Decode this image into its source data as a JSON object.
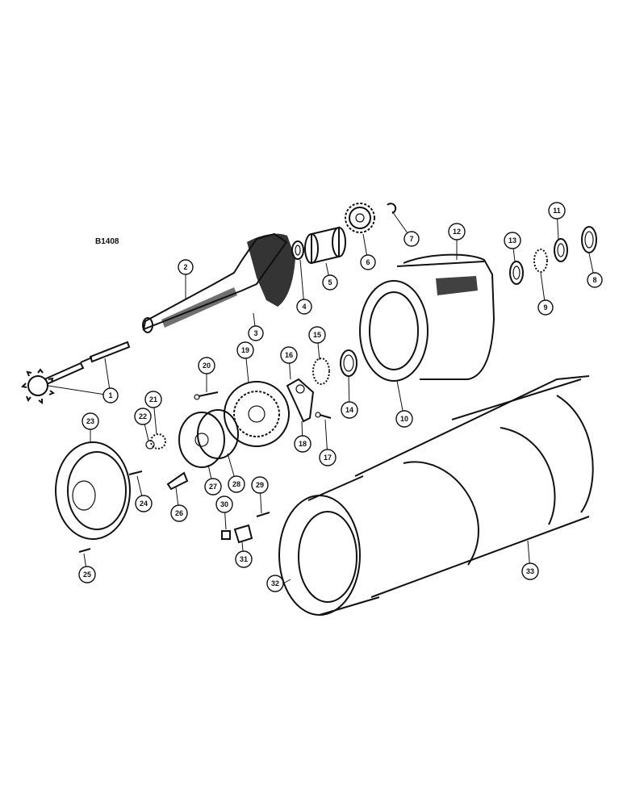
{
  "figure_id": "B1408",
  "callouts": [
    {
      "n": "1"
    },
    {
      "n": "2"
    },
    {
      "n": "3"
    },
    {
      "n": "4"
    },
    {
      "n": "5"
    },
    {
      "n": "6"
    },
    {
      "n": "7"
    },
    {
      "n": "8"
    },
    {
      "n": "9"
    },
    {
      "n": "10"
    },
    {
      "n": "11"
    },
    {
      "n": "12"
    },
    {
      "n": "13"
    },
    {
      "n": "14"
    },
    {
      "n": "15"
    },
    {
      "n": "16"
    },
    {
      "n": "17"
    },
    {
      "n": "18"
    },
    {
      "n": "19"
    },
    {
      "n": "20"
    },
    {
      "n": "21"
    },
    {
      "n": "22"
    },
    {
      "n": "23"
    },
    {
      "n": "24"
    },
    {
      "n": "25"
    },
    {
      "n": "26"
    },
    {
      "n": "27"
    },
    {
      "n": "28"
    },
    {
      "n": "29"
    },
    {
      "n": "30"
    },
    {
      "n": "31"
    },
    {
      "n": "32"
    },
    {
      "n": "33"
    }
  ]
}
